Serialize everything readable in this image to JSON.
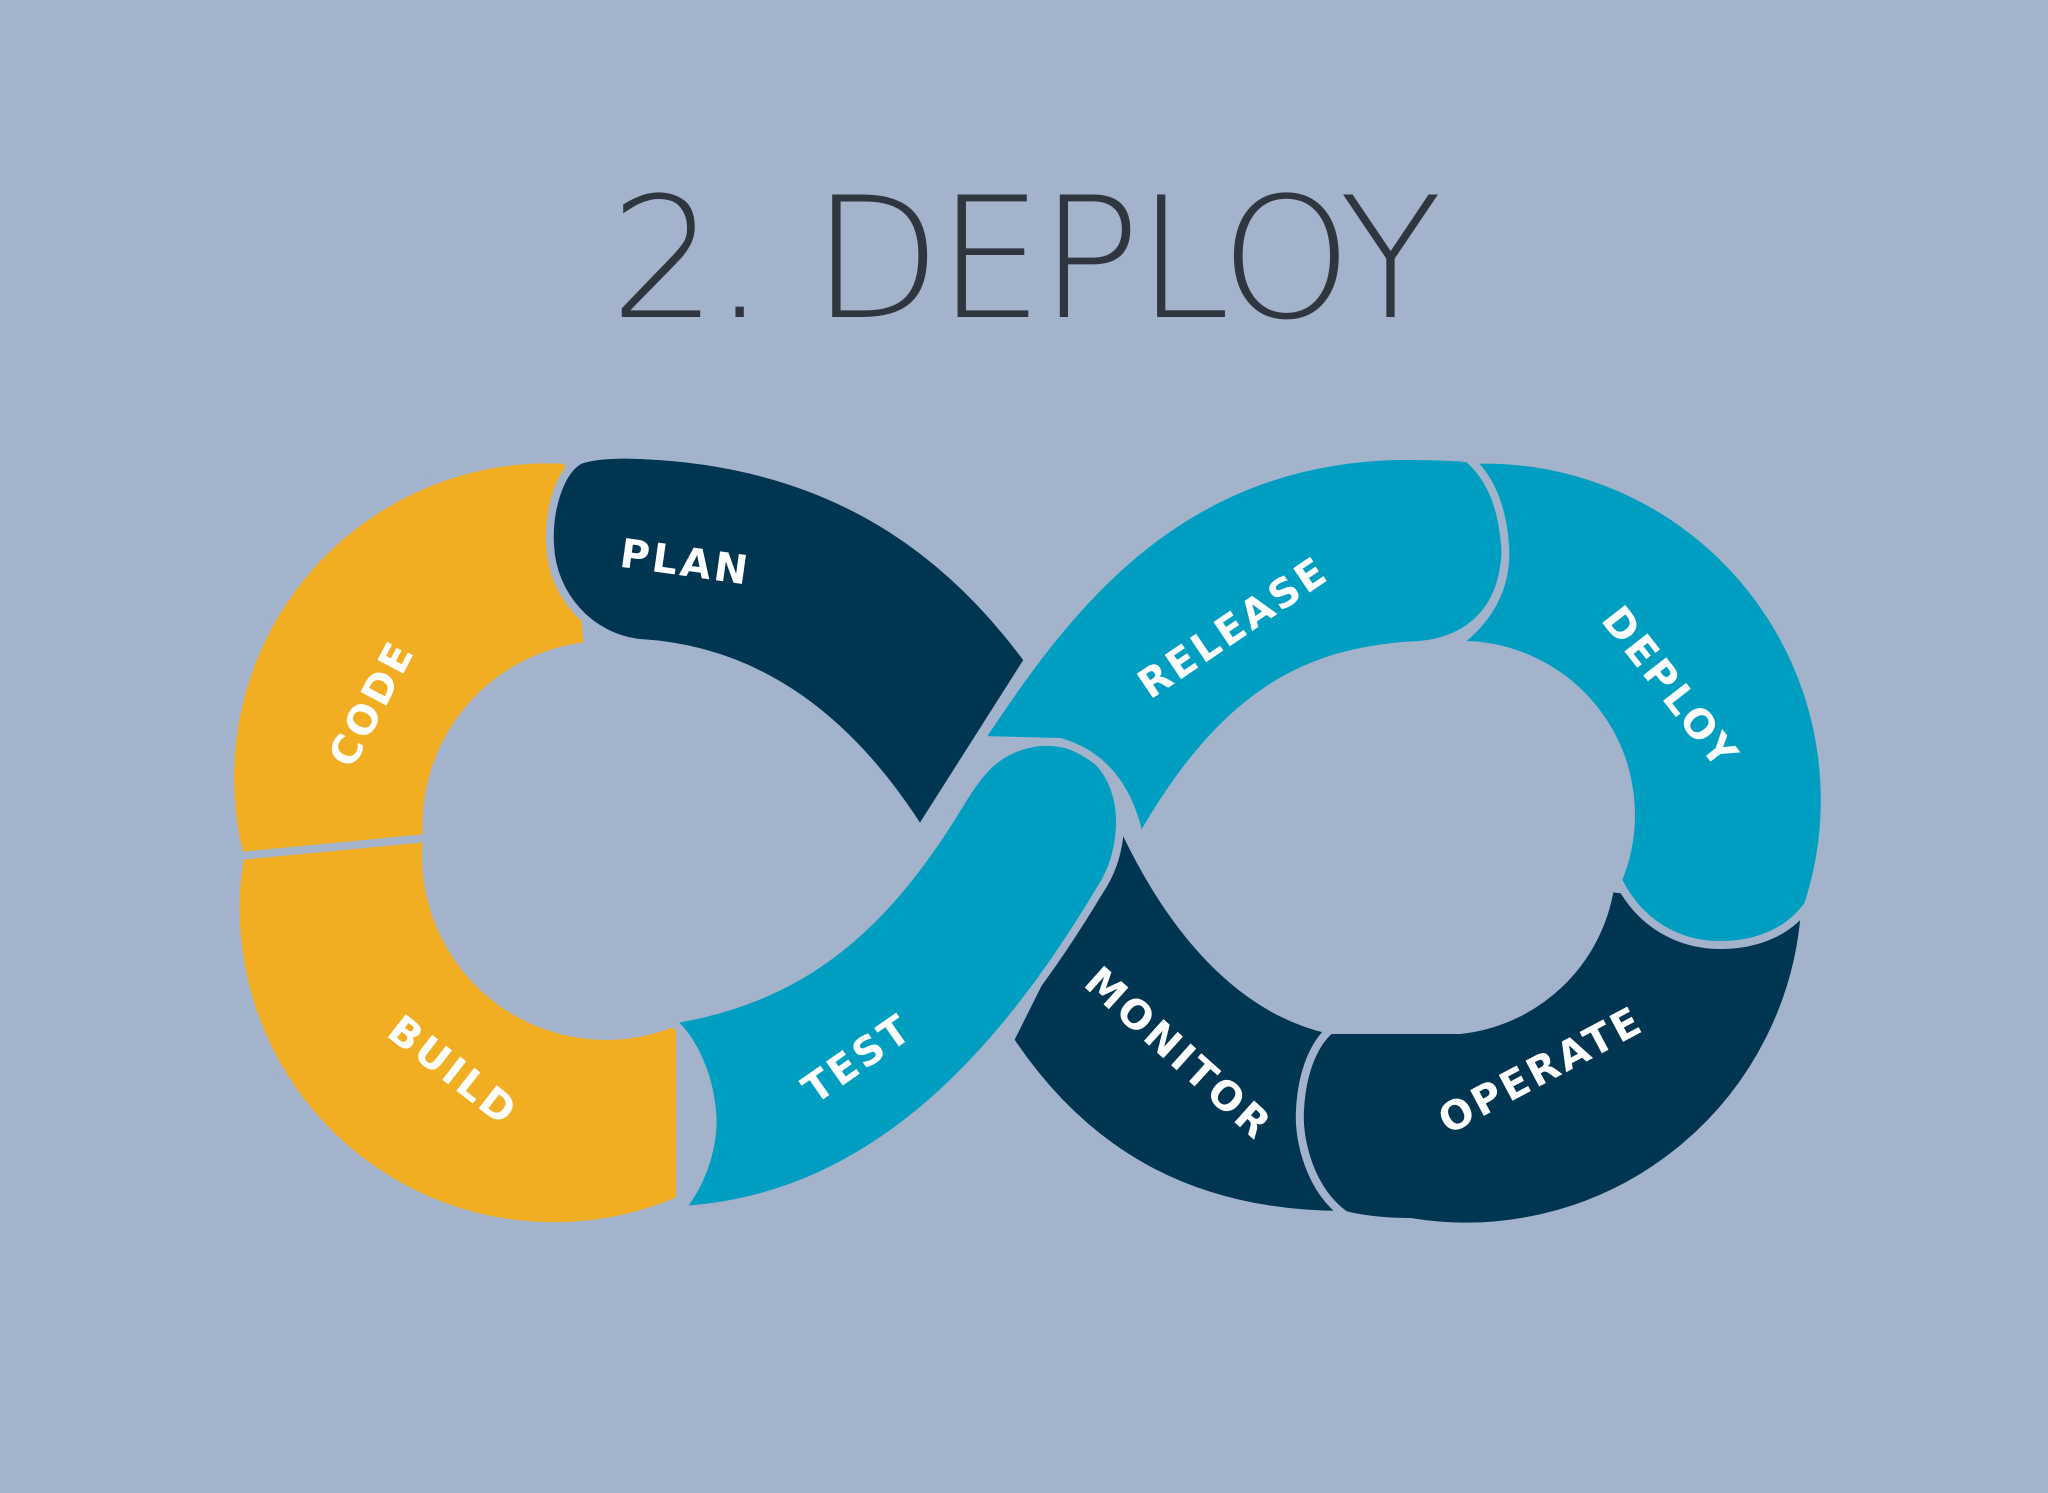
{
  "title": "2. DEPLOY",
  "colors": {
    "background": "#a4b3cc",
    "yellow": "#f2ae22",
    "navy": "#003652",
    "teal": "#009fc2",
    "text": "#2f3640",
    "separator": "#a4b3cc"
  },
  "segments": {
    "plan": "PLAN",
    "code": "CODE",
    "build": "BUILD",
    "test": "TEST",
    "release": "RELEASE",
    "deploy": "DEPLOY",
    "operate": "OPERATE",
    "monitor": "MONITOR"
  }
}
